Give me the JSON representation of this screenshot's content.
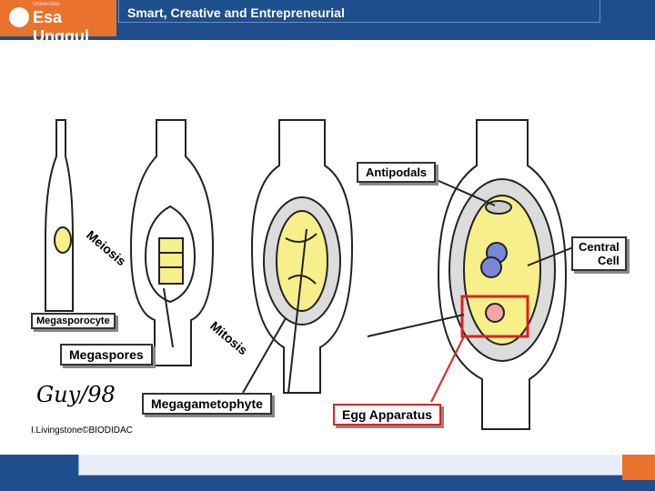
{
  "header": {
    "logo_text": "Esa Unggul",
    "logo_subtext": "Universitas",
    "tagline": "Smart, Creative and Entrepreneurial",
    "brand_blue": "#1f4e8c",
    "brand_orange": "#e9722c"
  },
  "diagram": {
    "labels": {
      "antipodals": "Antipodals",
      "central_cell_line1": "Central",
      "central_cell_line2": "Cell",
      "megasporocyte": "Megasporocyte",
      "megaspores": "Megaspores",
      "megagametophyte": "Megagametophyte",
      "egg_apparatus": "Egg Apparatus",
      "meiosis": "Meiosis",
      "mitosis": "Mitosis",
      "signature": "Guy/98",
      "credit": "I.Livingstone©BIODIDAC"
    },
    "highlight_color": "#e02020"
  }
}
